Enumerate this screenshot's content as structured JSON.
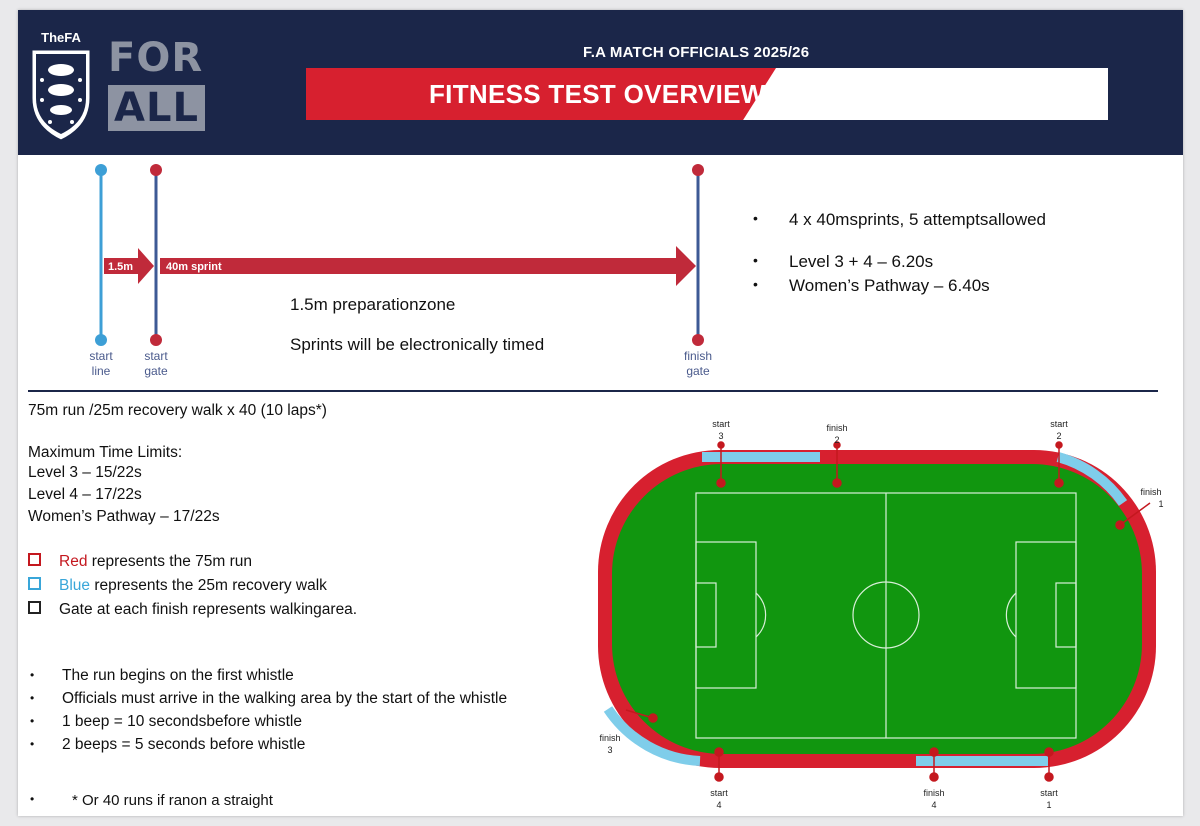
{
  "header": {
    "org_text": "TheFA",
    "campaign_line1": "FOR",
    "campaign_line2": "ALL",
    "subtitle": "F.A MATCH OFFICIALS 2025/26",
    "title": "FITNESS TEST OVERVIEW"
  },
  "colors": {
    "navy": "#1b2649",
    "red": "#d7202f",
    "run_red": "#d7202f",
    "walk_blue": "#7fcdea",
    "pitch_green": "#11960f"
  },
  "sprint_diagram": {
    "start_line": [
      "start",
      "line"
    ],
    "start_gate": [
      "start",
      "gate"
    ],
    "finish_gate": [
      "finish",
      "gate"
    ],
    "prep_arrow_label": "1.5m",
    "sprint_arrow_label": "40m sprint",
    "prep_zone_text": "1.5m preparationzone",
    "timing_note": "Sprints will be electronically timed"
  },
  "sprint_requirements": [
    "4 x 40msprints, 5 attemptsallowed",
    "Level 3 + 4 – 6.20s",
    "Women’s Pathway – 6.40s"
  ],
  "run_test": {
    "summary": "75m run /25m recovery walk x 40 (10 laps*)",
    "limits_heading": "Maximum Time Limits:",
    "limits": [
      "Level 3 – 15/22s",
      "Level 4 – 17/22s",
      "Women’s Pathway – 17/22s"
    ],
    "legend": [
      {
        "keyword": "Red",
        "rest": " represents the 75m run"
      },
      {
        "keyword": "Blue",
        "rest": " represents the 25m recovery walk"
      },
      {
        "keyword": "",
        "rest": "Gate at each finish represents walkingarea."
      }
    ],
    "rules": [
      "The run begins on the first whistle",
      "Officials must arrive in the walking area by the start of the whistle",
      "1 beep = 10 secondsbefore whistle",
      "2 beeps = 5 seconds before whistle"
    ],
    "footnote": "* Or 40 runs if ranon a straight"
  },
  "track_markers": {
    "start_3": [
      "start",
      "3"
    ],
    "finish_2": [
      "finish",
      "2"
    ],
    "start_2": [
      "start",
      "2"
    ],
    "finish_1": [
      "finish",
      "1"
    ],
    "finish_3": [
      "finish",
      "3"
    ],
    "start_4": [
      "start",
      "4"
    ],
    "finish_4": [
      "finish",
      "4"
    ],
    "start_1": [
      "start",
      "1"
    ]
  }
}
